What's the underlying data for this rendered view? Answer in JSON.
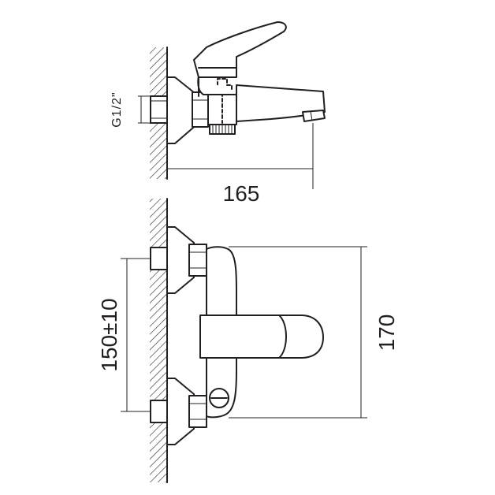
{
  "dimensions": {
    "thread": "G1/2\"",
    "projection": "165",
    "center_distance": "150±10",
    "height": "170"
  },
  "colors": {
    "line": "#231f20",
    "background": "#ffffff"
  }
}
